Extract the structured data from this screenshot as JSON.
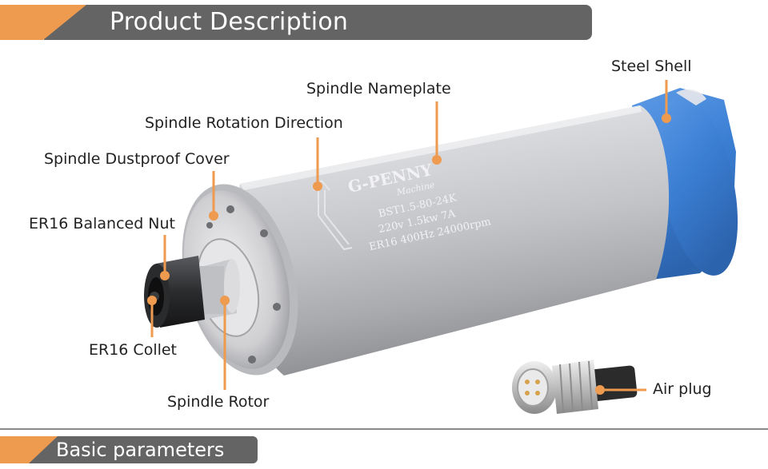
{
  "header": {
    "title": "Product Description"
  },
  "footer": {
    "title": "Basic parameters"
  },
  "nameplate": {
    "brand": "G-PENNY",
    "sub": "Machine",
    "line1": "BST1.5-80-24K",
    "line2": "220v 1.5kw 7A",
    "line3": "ER16 400Hz 24000rpm"
  },
  "labels": {
    "steel_shell": "Steel Shell",
    "nameplate": "Spindle Nameplate",
    "rotation": "Spindle Rotation Direction",
    "dust_cover": "Spindle Dustproof Cover",
    "nut": "ER16 Balanced Nut",
    "collet": "ER16 Collet",
    "rotor": "Spindle Rotor",
    "air_plug": "Air plug"
  },
  "colors": {
    "accent": "#ee9a4f",
    "banner": "#646464",
    "blue_cap": "#3b7fd4"
  }
}
